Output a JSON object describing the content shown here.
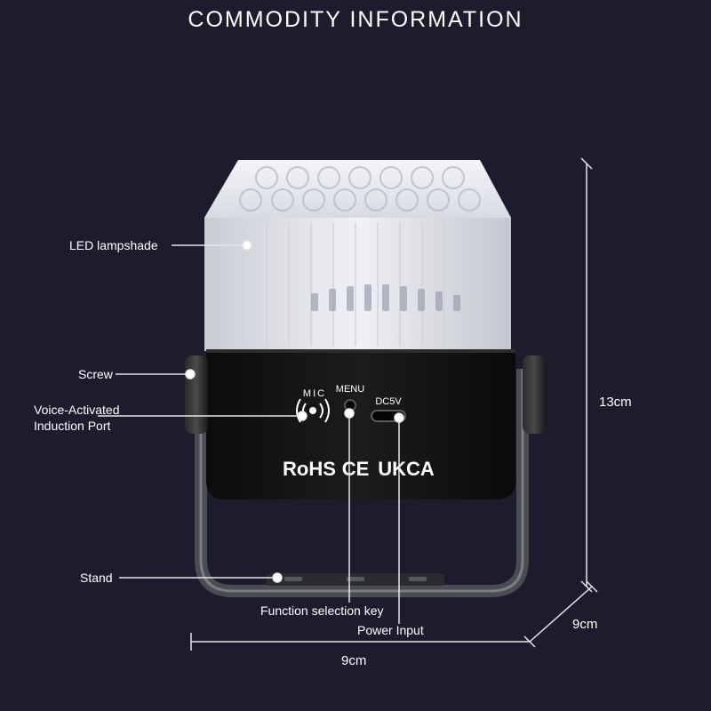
{
  "header": {
    "title": "COMMODITY INFORMATION"
  },
  "labels": {
    "led_lampshade": "LED lampshade",
    "screw": "Screw",
    "voice_port_line1": "Voice-Activated",
    "voice_port_line2": "Induction Port",
    "stand": "Stand",
    "function_key": "Function selection key",
    "power_input": "Power Input"
  },
  "device": {
    "mic_label": "MIC",
    "menu_label": "MENU",
    "dc_label": "DC5V",
    "cert_rohs": "RoHS",
    "cert_ce": "CE",
    "cert_ukca": "UKCA"
  },
  "dimensions": {
    "height": "13cm",
    "depth": "9cm",
    "width": "9cm"
  },
  "colors": {
    "background": "#1c1c2c",
    "body": "#141414",
    "line": "#e6e6e6"
  }
}
